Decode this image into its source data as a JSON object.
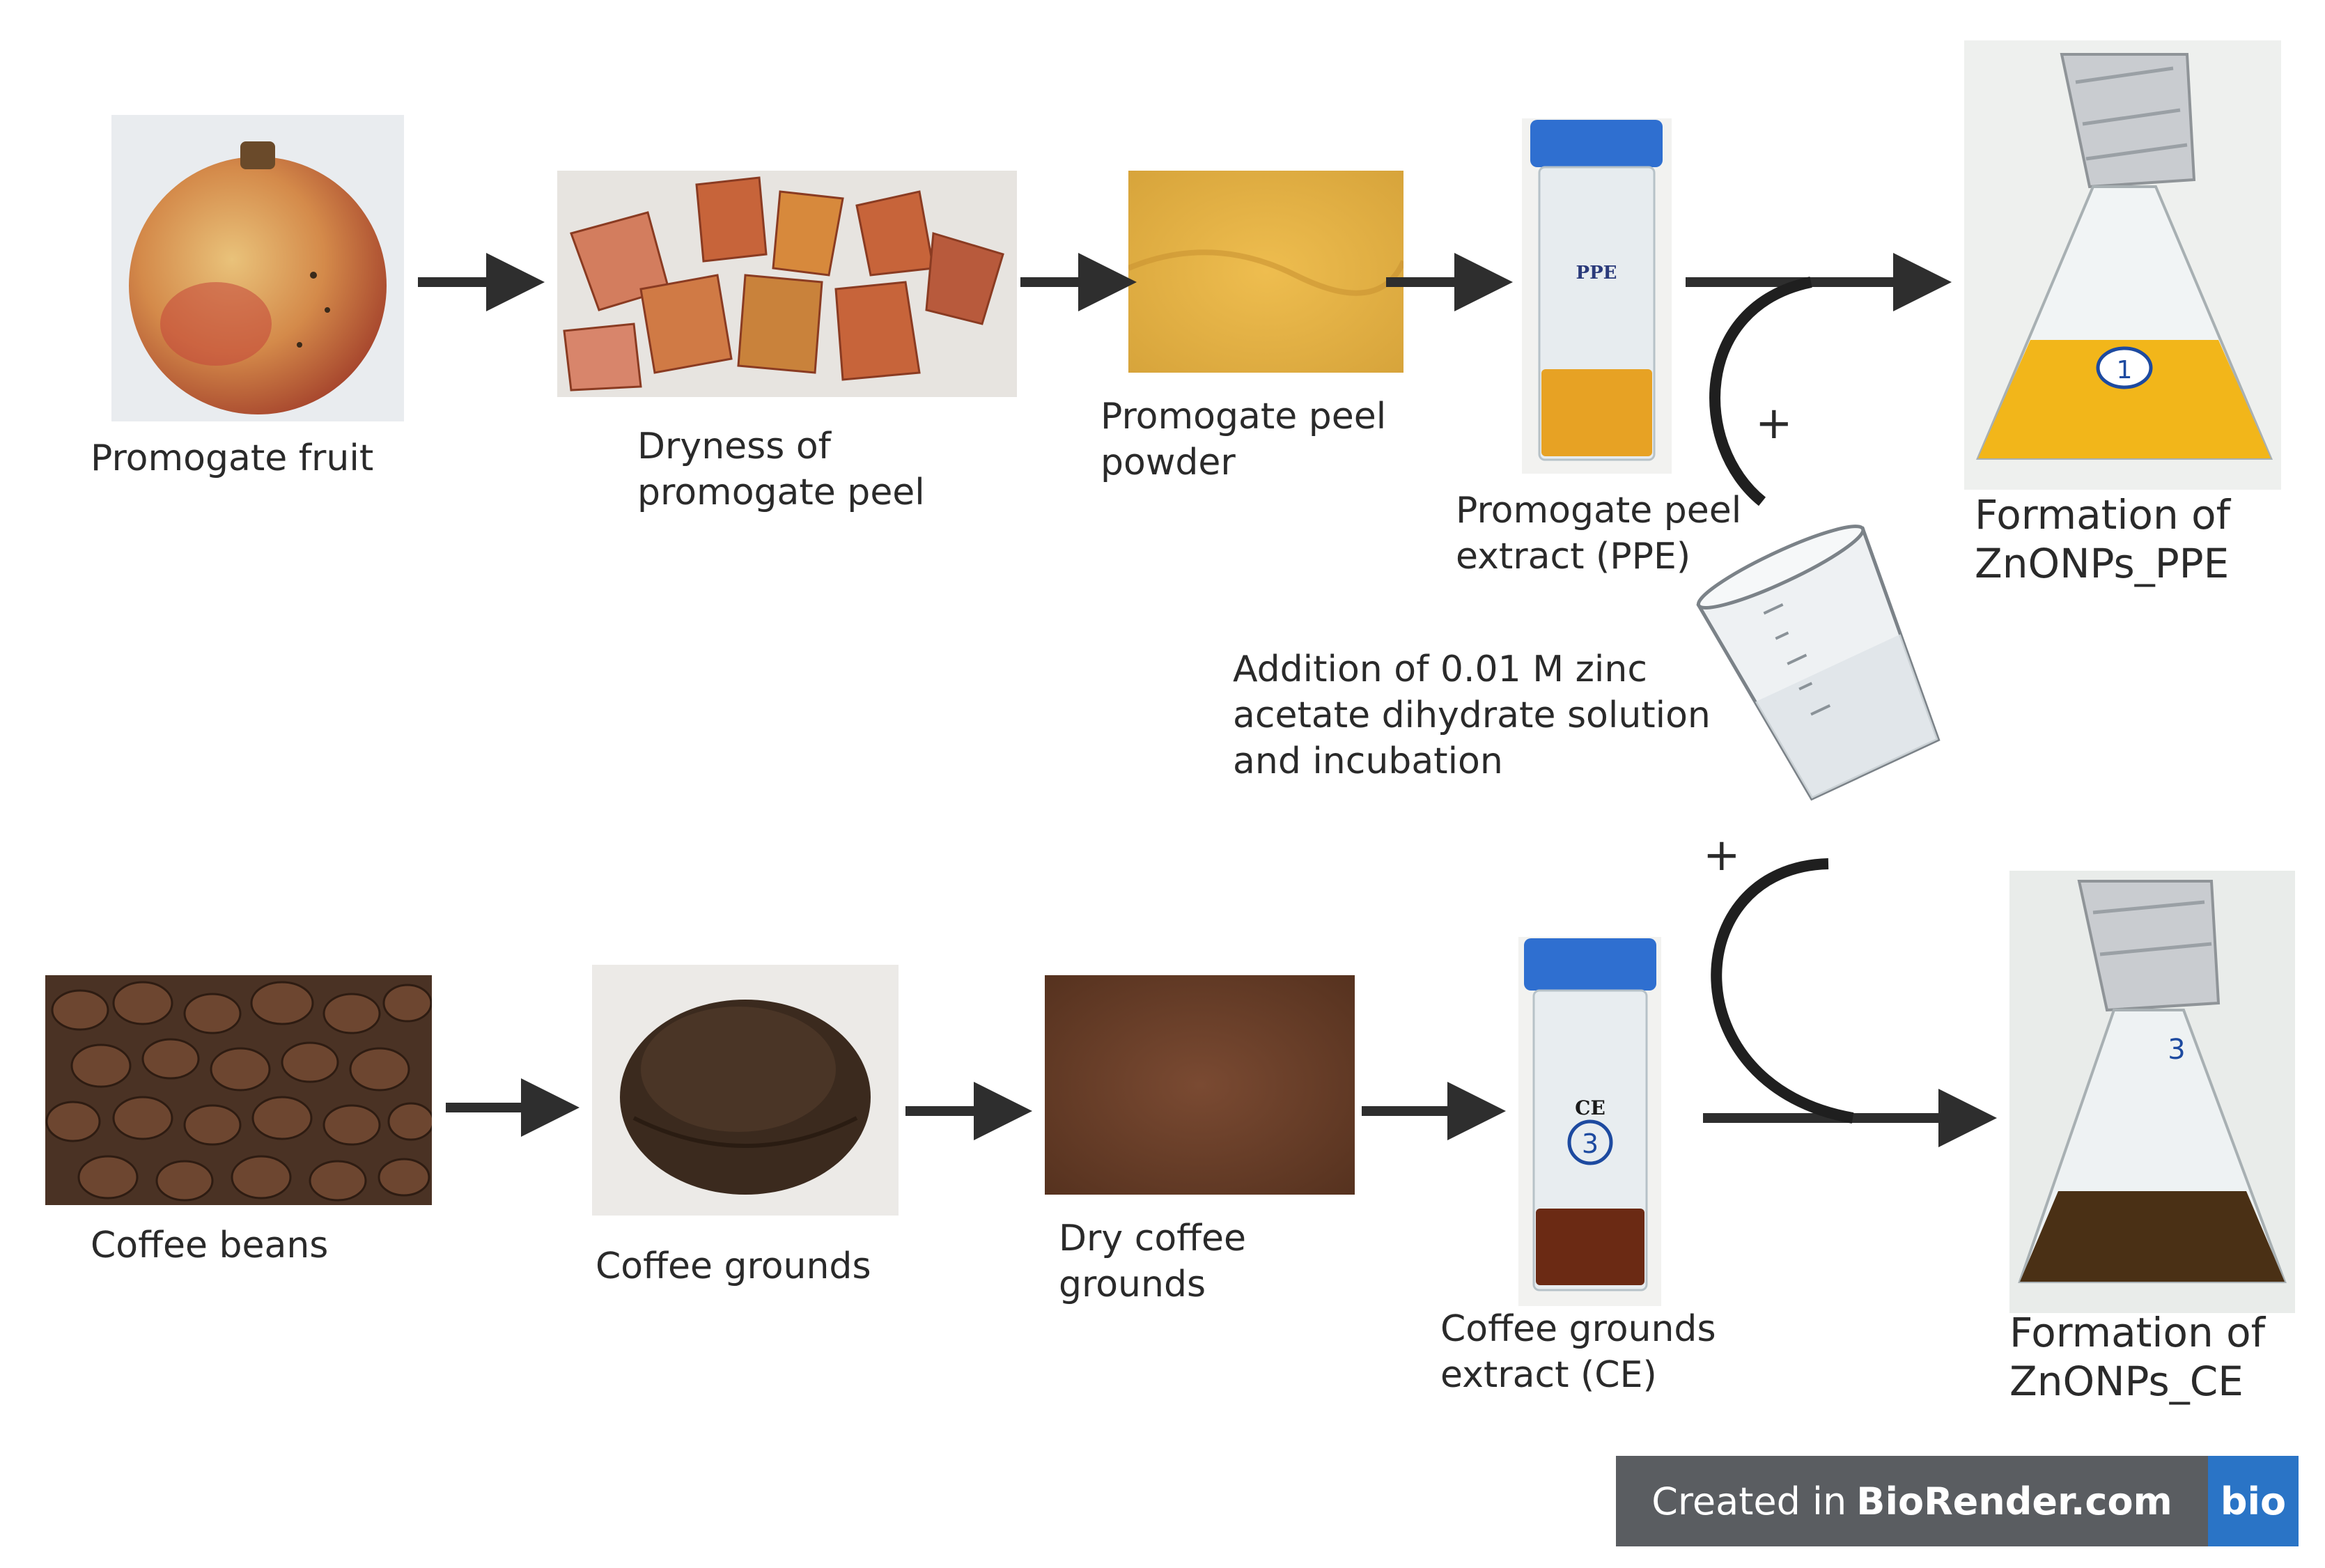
{
  "top_row": {
    "fruit_label": "Promogate fruit",
    "peel_label_1": "Dryness of",
    "peel_label_2": "promogate peel",
    "powder_label_1": "Promogate peel",
    "powder_label_2": "powder",
    "extract_label_1": "Promogate peel",
    "extract_label_2": "extract (PPE)",
    "tube_text": "PPE",
    "result_label_1": "Formation of",
    "result_label_2": "ZnONPs_PPE",
    "flask_mark": "1"
  },
  "middle": {
    "addition_1": "Addition of 0.01 M zinc",
    "addition_2": "acetate dihydrate solution",
    "addition_3": "and incubation",
    "plus_top": "+",
    "plus_bottom": "+"
  },
  "bottom_row": {
    "beans_label": "Coffee beans",
    "grounds_label": "Coffee grounds",
    "dry_label_1": "Dry coffee",
    "dry_label_2": "grounds",
    "extract_label_1": "Coffee grounds",
    "extract_label_2": "extract (CE)",
    "tube_text": "CE",
    "tube_mark": "3",
    "result_label_1": "Formation of",
    "result_label_2": "ZnONPs_CE",
    "flask_mark": "3"
  },
  "badge": {
    "prefix": "Created in",
    "brand": "BioRender.com",
    "logo": "bio"
  },
  "colors": {
    "arrow": "#2e2e2e",
    "badge_bg": "#5a5d61",
    "logo_bg": "#2a74c6"
  }
}
